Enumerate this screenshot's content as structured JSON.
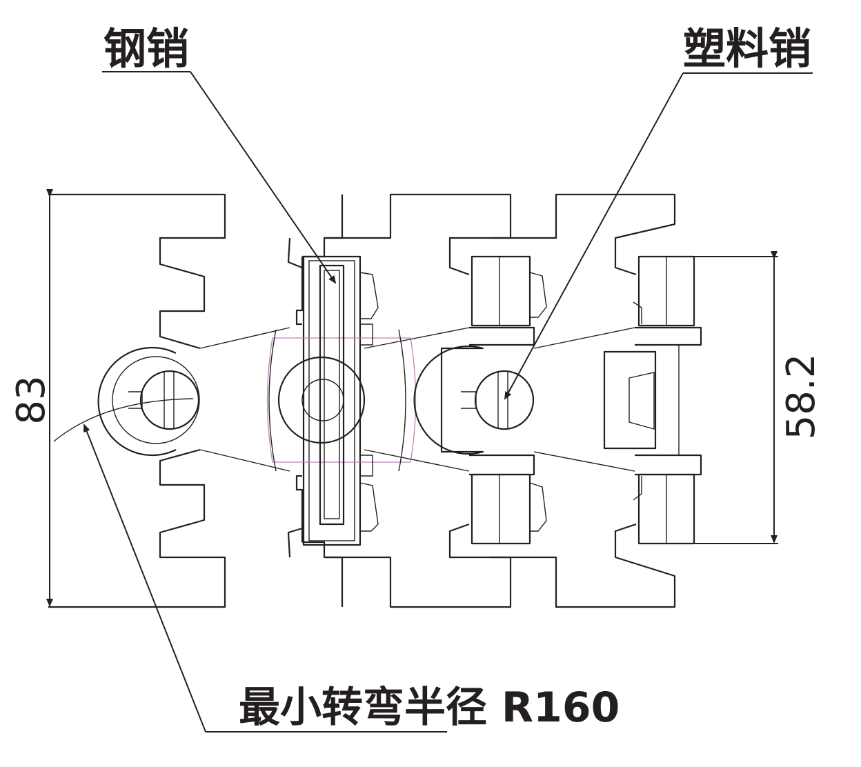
{
  "labels": {
    "steel_pin": "钢销",
    "plastic_pin": "塑料销",
    "min_radius": "最小转弯半径 R160"
  },
  "dimensions": {
    "overall_width": "83",
    "pin_span": "58.2"
  },
  "colors": {
    "line": "#231f20",
    "hatch": "#b07ab0",
    "background": "#ffffff"
  }
}
